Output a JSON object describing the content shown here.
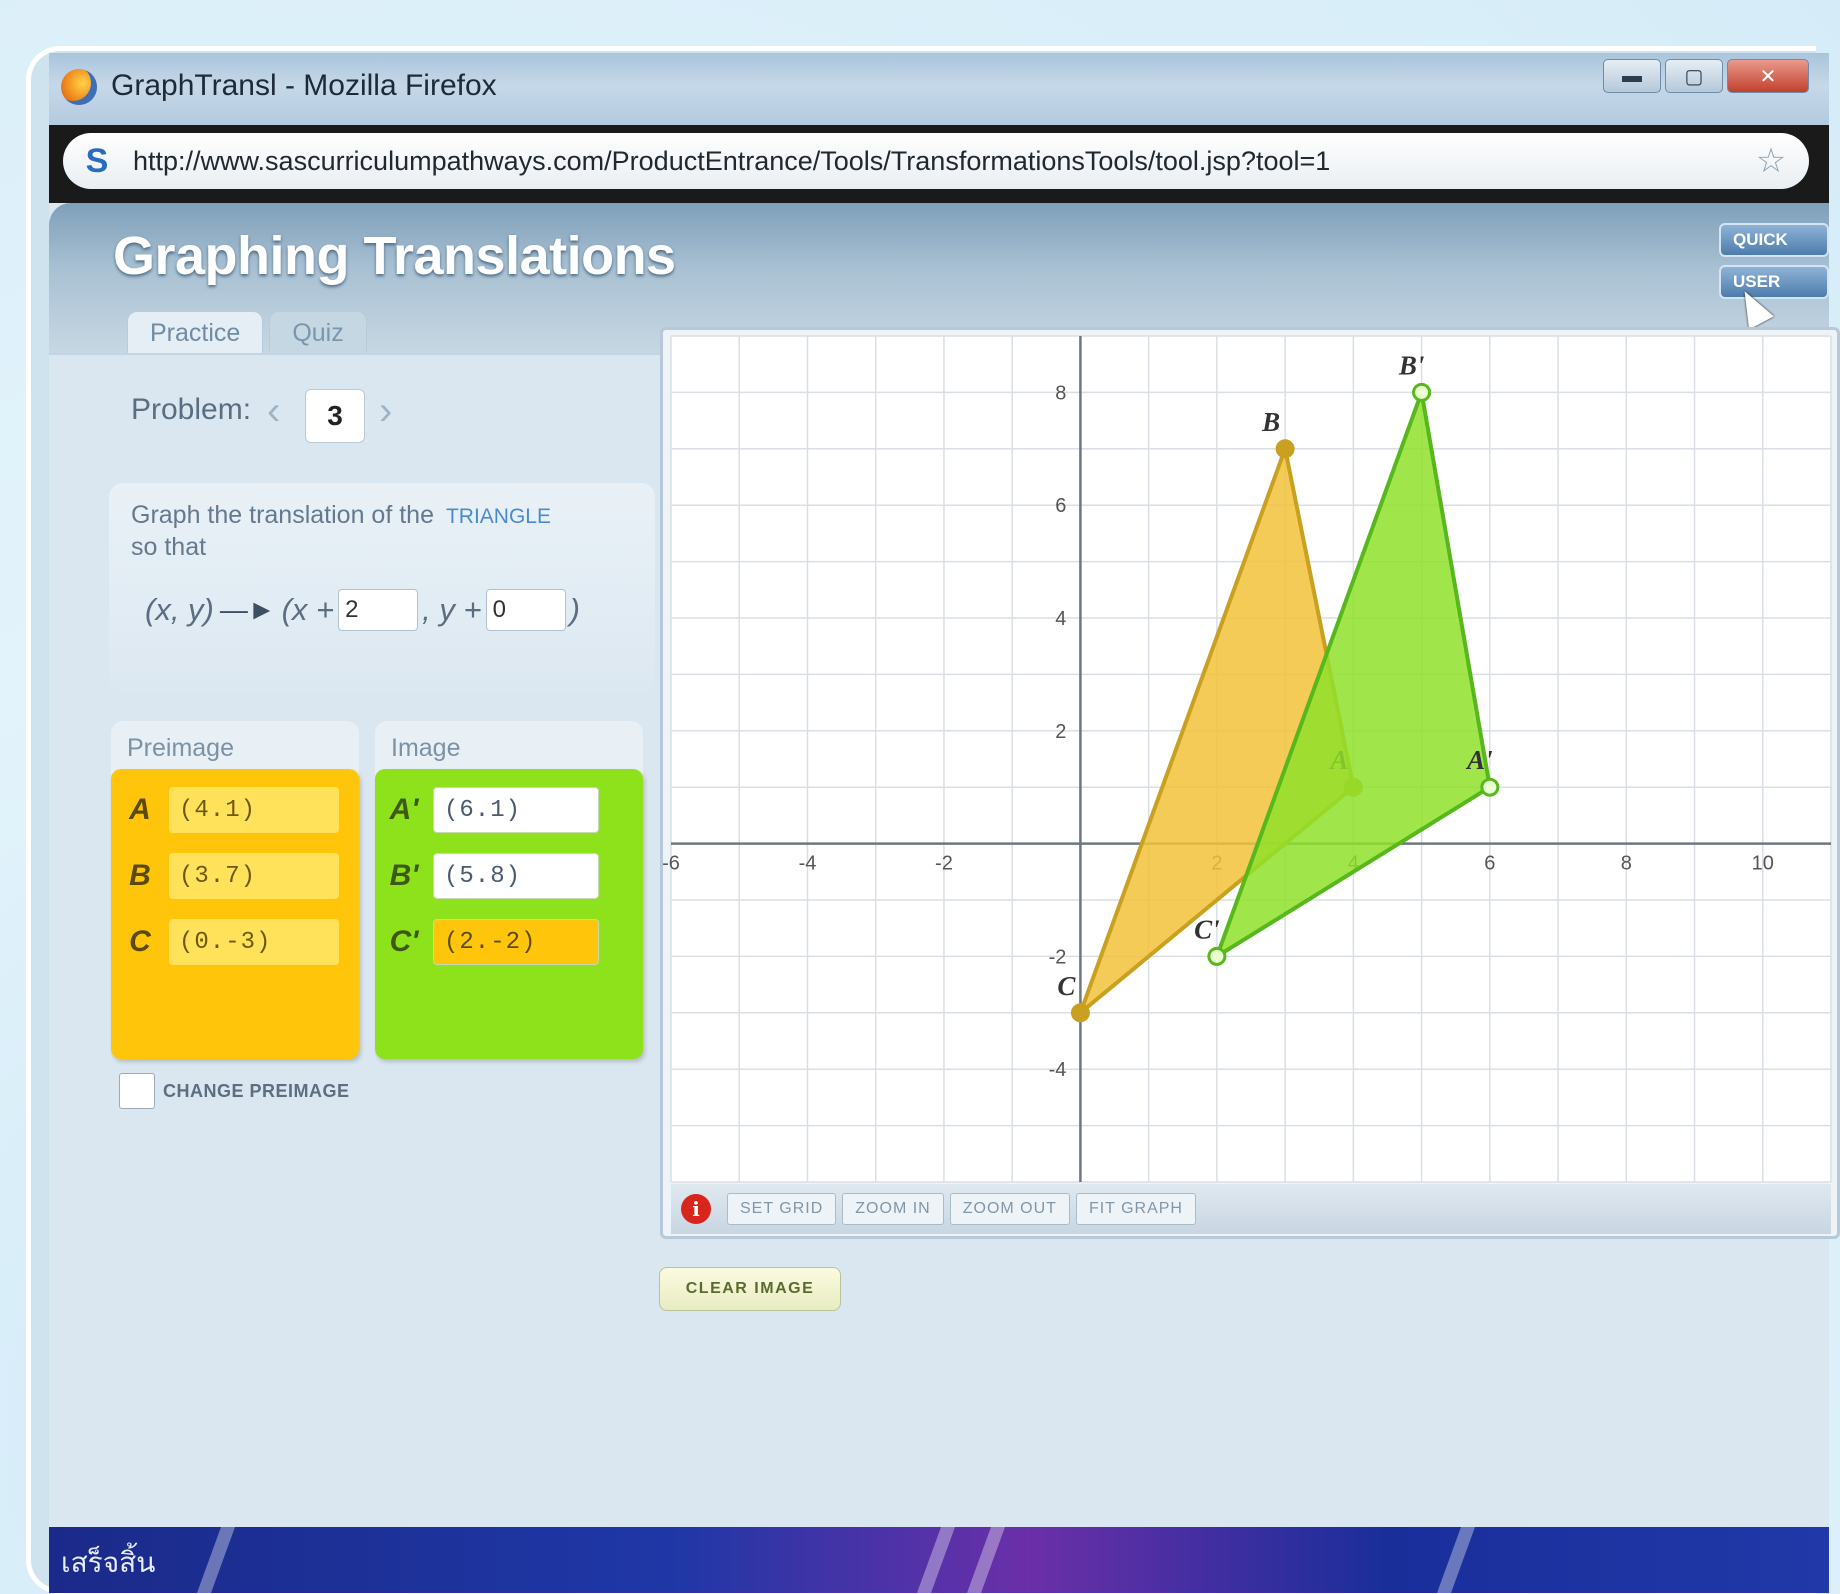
{
  "window": {
    "title": "GraphTransl - Mozilla Firefox",
    "url": "http://www.sascurriculumpathways.com/ProductEntrance/Tools/TransformationsTools/tool.jsp?tool=1",
    "minimize": "▬",
    "maximize": "▢",
    "close": "✕"
  },
  "app": {
    "title": "Graphing Translations",
    "quick_button": "QUICK",
    "user_button": "USER"
  },
  "tabs": [
    {
      "label": "Practice",
      "active": true
    },
    {
      "label": "Quiz",
      "active": false
    }
  ],
  "problem": {
    "label": "Problem:",
    "number": "3"
  },
  "instructions": {
    "line1": "Graph the translation of the",
    "keyword": "TRIANGLE",
    "line2": "so that",
    "formula_lhs": "(x, y)",
    "formula_x": "(x +",
    "dx": "2",
    "formula_y": ", y +",
    "dy": "0",
    "formula_end": ")"
  },
  "preimage": {
    "title": "Preimage",
    "points": [
      {
        "label": "A",
        "value": "(4.1)"
      },
      {
        "label": "B",
        "value": "(3.7)"
      },
      {
        "label": "C",
        "value": "(0.-3)"
      }
    ]
  },
  "image": {
    "title": "Image",
    "points": [
      {
        "label": "A'",
        "value": "(6.1)"
      },
      {
        "label": "B'",
        "value": "(5.8)"
      },
      {
        "label": "C'",
        "value": "(2.-2)"
      }
    ]
  },
  "change_preimage_label": "CHANGE PREIMAGE",
  "graph": {
    "x_range": [
      -6,
      11
    ],
    "y_range": [
      -6,
      9
    ],
    "x_ticks": [
      "-6",
      "-4",
      "-2",
      "2",
      "4",
      "6",
      "8",
      "10"
    ],
    "y_ticks": [
      "-4",
      "-2",
      "2",
      "4",
      "6",
      "8"
    ],
    "preimage_color": "#f2c23a",
    "image_color": "#8fe22a",
    "preimage_vertices": [
      {
        "label": "A",
        "x": 4,
        "y": 1
      },
      {
        "label": "B",
        "x": 3,
        "y": 7
      },
      {
        "label": "C",
        "x": 0,
        "y": -3
      }
    ],
    "image_vertices": [
      {
        "label": "A'",
        "x": 6,
        "y": 1
      },
      {
        "label": "B'",
        "x": 5,
        "y": 8
      },
      {
        "label": "C'",
        "x": 2,
        "y": -2
      }
    ]
  },
  "toolbar": {
    "set_grid": "SET GRID",
    "zoom_in": "ZOOM IN",
    "zoom_out": "ZOOM OUT",
    "fit_graph": "FIT GRAPH"
  },
  "clear_image": "CLEAR IMAGE",
  "taskbar": {
    "start_text": "เสร็จสิ้น"
  }
}
